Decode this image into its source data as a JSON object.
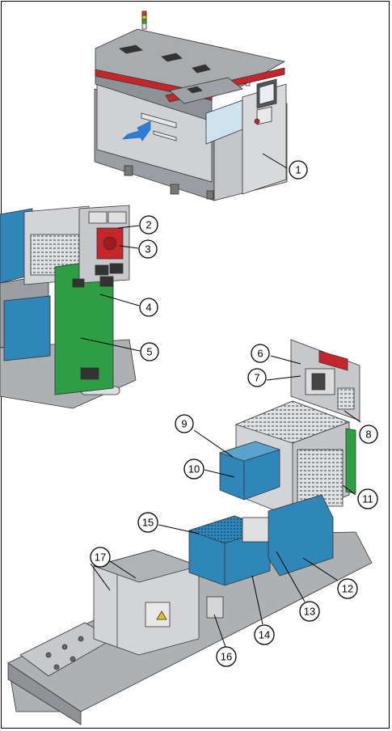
{
  "callouts": [
    {
      "id": "1",
      "label": "1"
    },
    {
      "id": "2",
      "label": "2"
    },
    {
      "id": "3",
      "label": "3"
    },
    {
      "id": "4",
      "label": "4"
    },
    {
      "id": "5",
      "label": "5"
    },
    {
      "id": "6",
      "label": "6"
    },
    {
      "id": "7",
      "label": "7"
    },
    {
      "id": "8",
      "label": "8"
    },
    {
      "id": "9",
      "label": "9"
    },
    {
      "id": "10",
      "label": "10"
    },
    {
      "id": "11",
      "label": "11"
    },
    {
      "id": "12",
      "label": "12"
    },
    {
      "id": "13",
      "label": "13"
    },
    {
      "id": "14",
      "label": "14"
    },
    {
      "id": "15",
      "label": "15"
    },
    {
      "id": "16",
      "label": "16"
    },
    {
      "id": "17",
      "label": "17"
    }
  ],
  "colors": {
    "machine_grey": "#b9bbbe",
    "machine_dark": "#7d8084",
    "accent_red": "#c8252b",
    "board_green": "#2e9e45",
    "psu_blue": "#2f86b8",
    "arrow_blue": "#2a7fd4",
    "outline": "#222222"
  }
}
